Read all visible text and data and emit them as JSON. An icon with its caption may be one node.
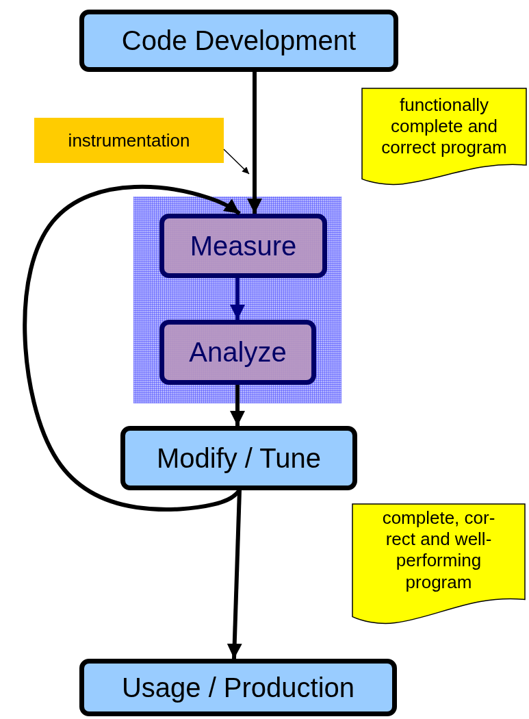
{
  "diagram": {
    "nodes": [
      {
        "text": [
          "Code Development"
        ]
      },
      {
        "text": [
          "instrumentation"
        ]
      },
      {
        "text": [],
        "shape": "box"
      },
      {
        "text": [
          "Measure"
        ],
        "in": 2
      },
      {
        "text": [
          "Analyze"
        ],
        "in": 2
      },
      {
        "text": [
          "Modify / Tune"
        ]
      },
      {
        "text": [
          "Usage / Production"
        ]
      },
      {
        "text": [
          "functionally complete and correct program"
        ]
      },
      {
        "text": [
          "complete, cor- rect and well- performing program"
        ]
      }
    ],
    "edges": [
      {
        "from": 0,
        "to": 3,
        "arrow": "to"
      },
      {
        "from": 1,
        "to": null,
        "arrow": "to"
      },
      {
        "from": 3,
        "to": 4,
        "arrow": "to",
        "color": "#000080"
      },
      {
        "from": 4,
        "to": 5,
        "arrow": "to"
      },
      {
        "from": 5,
        "to": 3,
        "arrow": "to"
      },
      {
        "from": 5,
        "to": 6,
        "arrow": "to"
      }
    ]
  }
}
